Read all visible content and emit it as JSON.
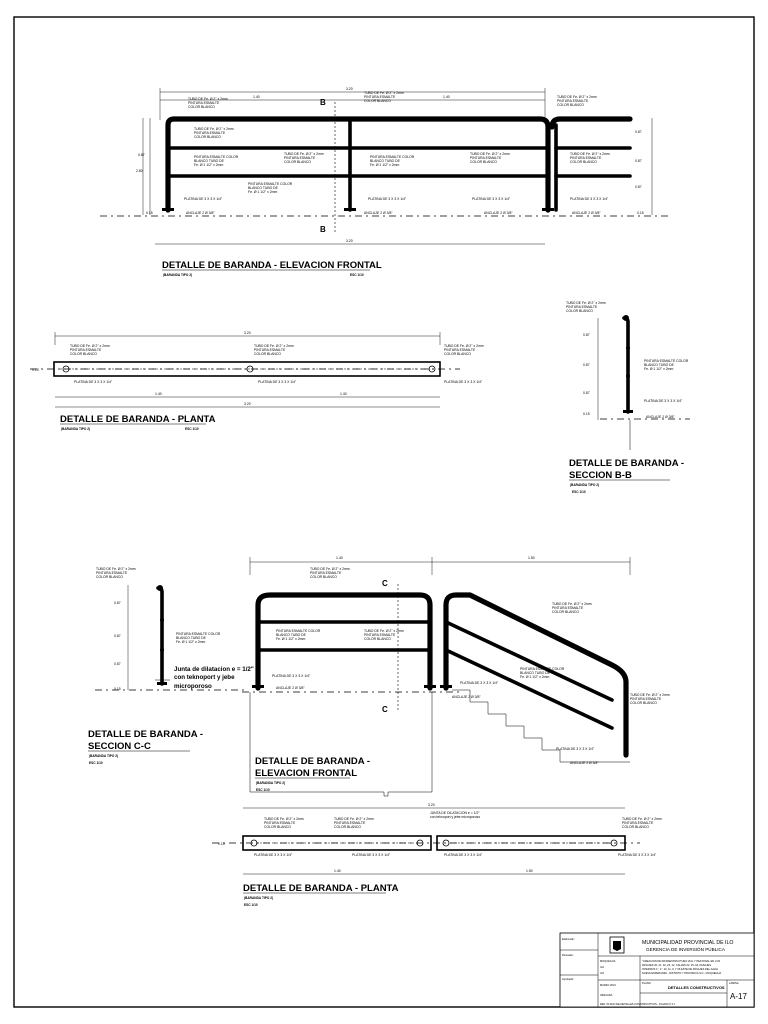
{
  "titles": {
    "elev_frontal": "DETALLE DE BARANDA -   ELEVACION FRONTAL",
    "planta_1": "DETALLE DE BARANDA - PLANTA",
    "seccion_bb_1": "DETALLE DE BARANDA -",
    "seccion_bb_2": "SECCION B-B",
    "seccion_cc_1": "DETALLE DE BARANDA -",
    "seccion_cc_2": "SECCION C-C",
    "elev_frontal2_1": "DETALLE DE BARANDA -",
    "elev_frontal2_2": "ELEVACION FRONTAL",
    "planta_2": "DETALLE DE BARANDA - PLANTA"
  },
  "subtitles": {
    "tipo": "(BARANDA TIPO 2)",
    "esc": "ESC 1/10"
  },
  "notes": {
    "tubo_2": "TUBO DE Fe. Ø 2\" x 2mm",
    "pintura_esmalte": "PINTURA ESMALTE",
    "color_blanco": "COLOR BLANCO",
    "pintura_color": "PINTURA ESMALTE COLOR",
    "blanco_tubo": "BLANCO TUBO DE",
    "fe_112": "Fe. Ø 1 1/2\" x 2mm",
    "platina": "PLATINA DE 3 X 3 X 1/4\"",
    "anclaje": "ANCLAJE  2 Ø 3/8\"",
    "junta_1": "Junta de dilatacion e = 1/2\"",
    "junta_2": "con teknoport y jebe",
    "junta_3": "microporoso",
    "junta_plan": "JUNTA DE DILATACION e = 1/2\"",
    "junta_plan2": "con teknoport y jebe microporoso"
  },
  "dims": {
    "total": "3.20",
    "span": "1.40",
    "h1": "0.87",
    "h2": "0.87",
    "h3": "0.87",
    "htotal": "2.80",
    "base": "0.15",
    "plan_w": "0.15",
    "stair": "1.50",
    "left": "1.40"
  },
  "section_marks": {
    "b": "B",
    "c": "C"
  },
  "title_block": {
    "institution": "MUNICIPALIDAD PROVINCIAL DE ILO",
    "gerencia": "GERENCIA DE INVERSIÓN PÚBLICA",
    "project_1": "\"CREACION DE INFRAESTRUCTURA VIAL Y PEATONAL EN LOS",
    "project_2": "PASAJES 20, 21, 22, 23, 12, CALLES 02, 03, 04, PASAJES",
    "project_3": "INTERNOS 1\", 1\", 10, 11, 9, Y 06 ESTE DE PASAJES DEL AAHH",
    "project_4": "NUEVA ESPERANZA - DISTRITO Y PROVINCIA ILO - MOQUEGUA",
    "plano_label": "PLANO",
    "plano": "DETALLES CONSTRUCTIVOS",
    "lamina_label": "LAMINA",
    "lamina": "A-17",
    "r1": "Elaborado:",
    "r2": "Revisado:",
    "r3": "Aprobado:",
    "region": "MOQUEGUA",
    "provincia": "ILO",
    "distrito": "ILO",
    "fecha": "MARZO 2021",
    "escala": "INDICADA",
    "footer": "REF: PLANO DE DETALLES CONSTRUCTIVOS - PLANO Nº 17"
  }
}
